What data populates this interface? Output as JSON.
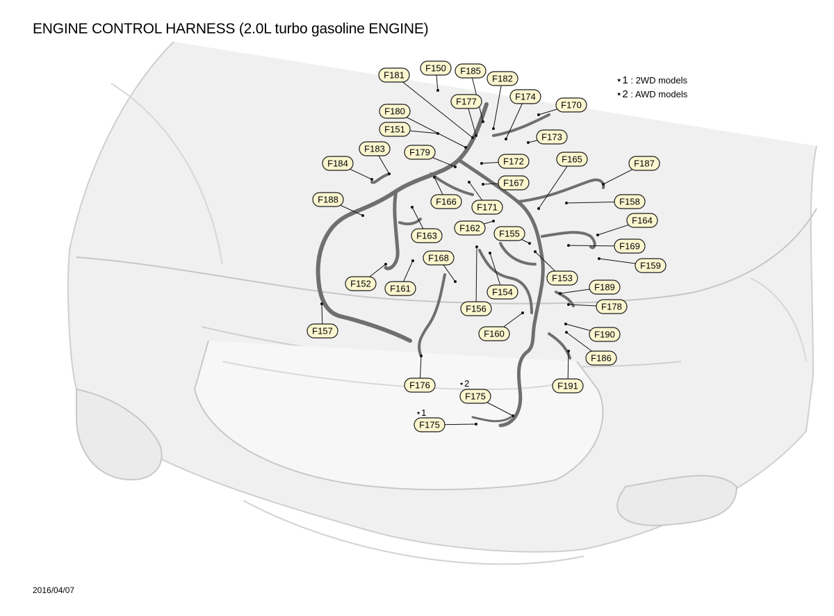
{
  "title": "ENGINE CONTROL HARNESS (2.0L turbo gasoline ENGINE)",
  "legend": [
    {
      "mark": "⋆1",
      "text": " : 2WD models"
    },
    {
      "mark": "⋆2",
      "text": " : AWD models"
    }
  ],
  "date": "2016/04/07",
  "notes": {
    "f175_awd": "⋆2",
    "f175_2wd": "⋆1"
  },
  "connectors": [
    "F150",
    "F181",
    "F185",
    "F182",
    "F177",
    "F174",
    "F170",
    "F180",
    "F151",
    "F173",
    "F183",
    "F179",
    "F172",
    "F165",
    "F187",
    "F184",
    "F167",
    "F166",
    "F171",
    "F158",
    "F188",
    "F164",
    "F162",
    "F155",
    "F163",
    "F169",
    "F159",
    "F168",
    "F153",
    "F152",
    "F161",
    "F154",
    "F189",
    "F156",
    "F178",
    "F157",
    "F160",
    "F190",
    "F186",
    "F176",
    "F191",
    "F175",
    "F175"
  ]
}
